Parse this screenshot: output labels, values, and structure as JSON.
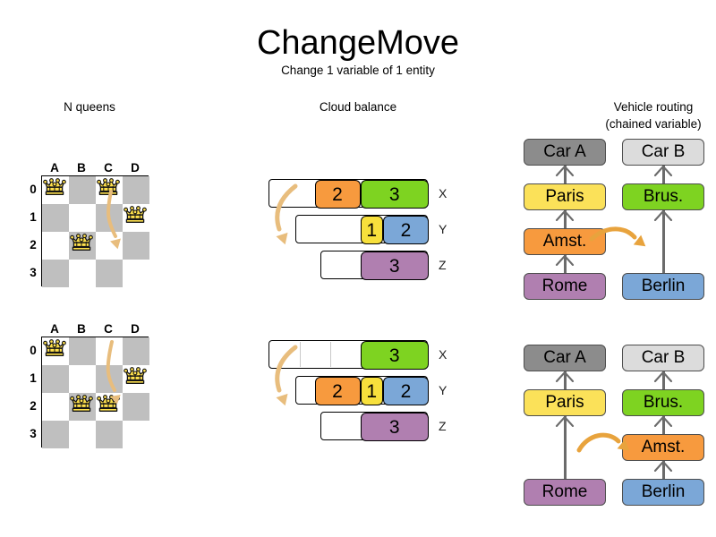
{
  "header": {
    "title": "ChangeMove",
    "subtitle": "Change 1 variable of 1 entity"
  },
  "sections": {
    "nqueens": {
      "label": "N queens"
    },
    "cloud": {
      "label": "Cloud balance"
    },
    "routing": {
      "label_line1": "Vehicle routing",
      "label_line2": "(chained variable)"
    }
  },
  "nqueens": {
    "columns": [
      "A",
      "B",
      "C",
      "D"
    ],
    "rows": [
      "0",
      "1",
      "2",
      "3"
    ],
    "before": {
      "queens": [
        {
          "col": 0,
          "row": 0
        },
        {
          "col": 2,
          "row": 0
        },
        {
          "col": 3,
          "row": 1
        },
        {
          "col": 1,
          "row": 2
        }
      ],
      "move": {
        "from_col": 2,
        "from_row": 0,
        "to_col": 2,
        "to_row": 2
      }
    },
    "after": {
      "queens": [
        {
          "col": 0,
          "row": 0
        },
        {
          "col": 3,
          "row": 1
        },
        {
          "col": 1,
          "row": 2
        },
        {
          "col": 2,
          "row": 2
        }
      ],
      "move": {
        "from_col": 2,
        "from_row": 0,
        "to_col": 2,
        "to_row": 2
      }
    },
    "colors": {
      "dark_square": "#bfbfbf",
      "light_square": "#ffffff",
      "queen_fill": "#ffe14d",
      "arrow": "#e8bd7d"
    }
  },
  "cloud_balance": {
    "computers": [
      "X",
      "Y",
      "Z"
    ],
    "before": {
      "X": [
        {
          "value": "2",
          "color": "#f79a3e"
        },
        {
          "value": "3",
          "color": "#7ed321"
        }
      ],
      "Y": [
        {
          "value": "1",
          "color": "#f7e03c"
        },
        {
          "value": "2",
          "color": "#7ba7d7"
        }
      ],
      "Z": [
        {
          "value": "3",
          "color": "#b07fb0"
        }
      ]
    },
    "after": {
      "X": [
        {
          "value": "3",
          "color": "#7ed321"
        }
      ],
      "Y": [
        {
          "value": "2",
          "color": "#f79a3e"
        },
        {
          "value": "1",
          "color": "#f7e03c"
        },
        {
          "value": "2",
          "color": "#7ba7d7"
        }
      ],
      "Z": [
        {
          "value": "3",
          "color": "#b07fb0"
        }
      ]
    },
    "moved_value": "2",
    "arrow_color": "#e8bd7d"
  },
  "vehicle_routing": {
    "before": {
      "left_chain": [
        "Rome",
        "Amst.",
        "Paris",
        "Car A"
      ],
      "right_chain": [
        "Berlin",
        "Brus.",
        "Car B"
      ]
    },
    "after": {
      "left_chain": [
        "Rome",
        "Paris",
        "Car A"
      ],
      "right_chain": [
        "Berlin",
        "Amst.",
        "Brus.",
        "Car B"
      ]
    },
    "node_colors": {
      "Car A": "#8c8c8c",
      "Car B": "#dcdcdc",
      "Paris": "#fbe159",
      "Brus.": "#7ed321",
      "Amst.": "#f79a3e",
      "Rome": "#b07fb0",
      "Berlin": "#7ba7d7"
    },
    "moved_node": "Amst.",
    "arrow_color": "#e8a33d",
    "link_color": "#6b6b6b"
  }
}
